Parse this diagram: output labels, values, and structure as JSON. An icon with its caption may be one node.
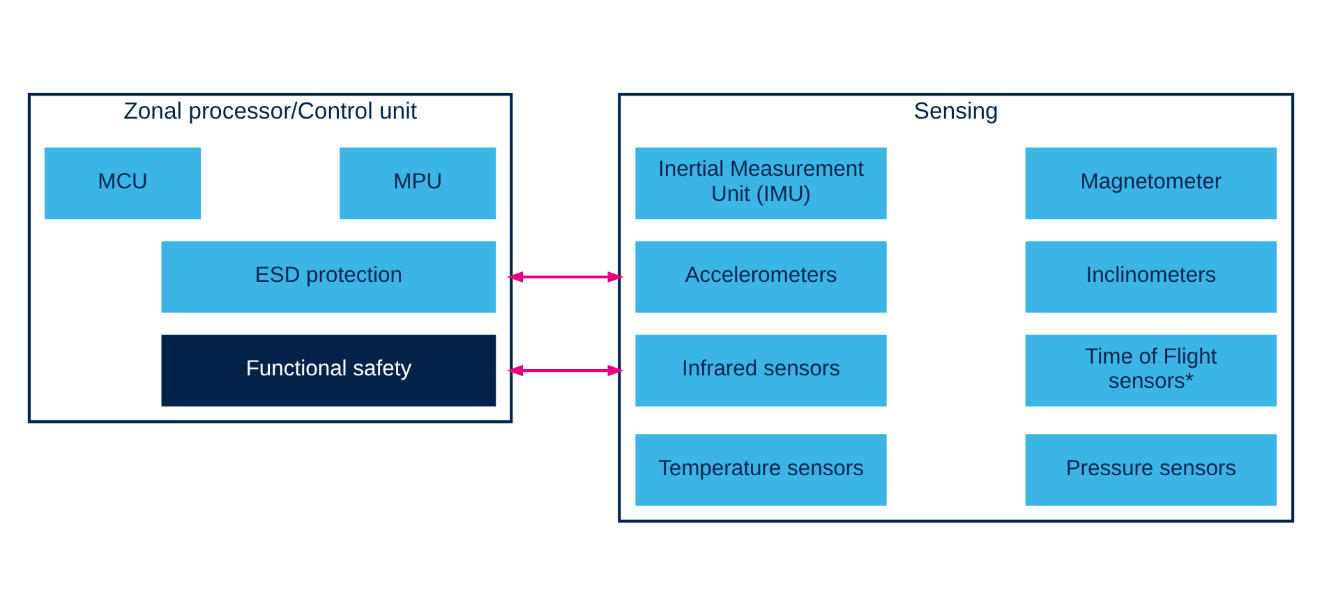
{
  "diagram": {
    "nodes": [
      {
        "text": [
          "Zonal processor/Control unit"
        ]
      },
      {
        "text": [
          "MCU"
        ],
        "in": 0
      },
      {
        "text": [
          "MPU"
        ],
        "in": 0
      },
      {
        "text": [
          "ESD protection"
        ],
        "in": 0
      },
      {
        "text": [
          "Functional safety"
        ],
        "in": 0
      },
      {
        "text": [
          "Sensing"
        ]
      },
      {
        "text": [
          "Inertial Measurement Unit (IMU)"
        ],
        "in": 5
      },
      {
        "text": [
          "Magnetometer"
        ],
        "in": 5
      },
      {
        "text": [
          "Accelerometers"
        ],
        "in": 5
      },
      {
        "text": [
          "Inclinometers"
        ],
        "in": 5
      },
      {
        "text": [
          "Infrared sensors"
        ],
        "in": 5
      },
      {
        "text": [
          "Time of Flight sensors*"
        ],
        "in": 5
      },
      {
        "text": [
          "Temperature sensors"
        ],
        "in": 5
      },
      {
        "text": [
          "Pressure sensors"
        ],
        "in": 5
      }
    ],
    "edges": [
      {
        "from": 0,
        "to": 5,
        "arrow": "both",
        "color": "#e6007e"
      },
      {
        "from": 0,
        "to": 5,
        "arrow": "both",
        "color": "#e6007e"
      }
    ]
  }
}
